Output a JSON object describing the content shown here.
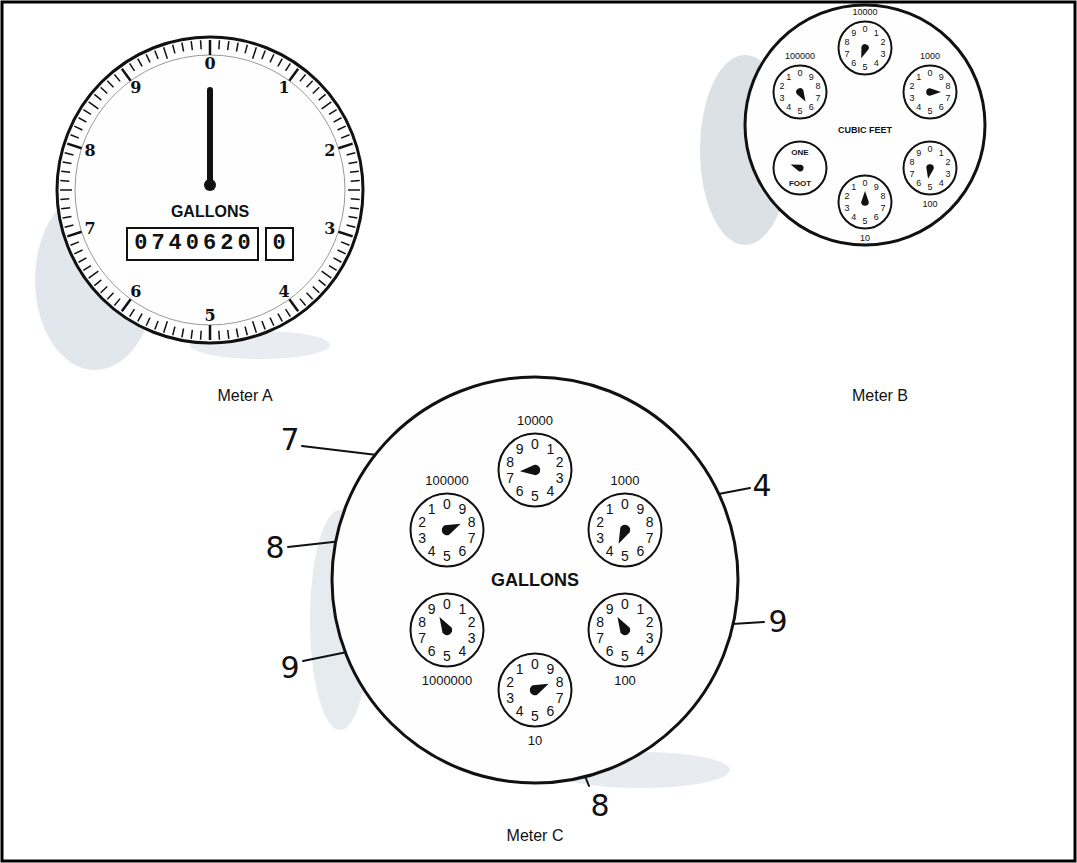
{
  "diagram": {
    "nodes": [
      {
        "text": [
          "0",
          "1",
          "2",
          "3",
          "4",
          "5",
          "6",
          "7",
          "8",
          "9",
          "GALLONS"
        ]
      },
      {
        "text": [
          "0740620"
        ],
        "in": 0
      },
      {
        "text": [
          "0"
        ],
        "in": 0
      },
      {
        "text": [
          "CUBIC FEET"
        ]
      },
      {
        "text": [
          "10000",
          "0",
          "1",
          "2",
          "3",
          "4",
          "5",
          "6",
          "7",
          "8",
          "9"
        ],
        "in": 3
      },
      {
        "text": [
          "100000",
          "0",
          "1",
          "2",
          "3",
          "4",
          "5",
          "6",
          "7",
          "8",
          "9"
        ],
        "in": 3
      },
      {
        "text": [
          "1000",
          "0",
          "1",
          "2",
          "3",
          "4",
          "5",
          "6",
          "7",
          "8",
          "9"
        ],
        "in": 3
      },
      {
        "text": [
          "ONE",
          "FOOT"
        ],
        "in": 3
      },
      {
        "text": [
          "100",
          "0",
          "1",
          "2",
          "3",
          "4",
          "5",
          "6",
          "7",
          "8",
          "9"
        ],
        "in": 3
      },
      {
        "text": [
          "10",
          "0",
          "1",
          "2",
          "3",
          "4",
          "5",
          "6",
          "7",
          "8",
          "9"
        ],
        "in": 3
      },
      {
        "text": [
          "GALLONS"
        ]
      },
      {
        "text": [
          "10000",
          "0",
          "1",
          "2",
          "3",
          "4",
          "5",
          "6",
          "7",
          "8",
          "9"
        ],
        "in": 10
      },
      {
        "text": [
          "100000",
          "0",
          "1",
          "2",
          "3",
          "4",
          "5",
          "6",
          "7",
          "8",
          "9"
        ],
        "in": 10
      },
      {
        "text": [
          "1000",
          "0",
          "1",
          "2",
          "3",
          "4",
          "5",
          "6",
          "7",
          "8",
          "9"
        ],
        "in": 10
      },
      {
        "text": [
          "1000000",
          "0",
          "1",
          "2",
          "3",
          "4",
          "5",
          "6",
          "7",
          "8",
          "9"
        ],
        "in": 10
      },
      {
        "text": [
          "100",
          "0",
          "1",
          "2",
          "3",
          "4",
          "5",
          "6",
          "7",
          "8",
          "9"
        ],
        "in": 10
      },
      {
        "text": [
          "10",
          "0",
          "1",
          "2",
          "3",
          "4",
          "5",
          "6",
          "7",
          "8",
          "9"
        ],
        "in": 10
      }
    ],
    "labels": [
      "Meter A",
      "Meter B",
      "7",
      "8",
      "4",
      "9",
      "9",
      "8",
      "Meter C"
    ]
  }
}
